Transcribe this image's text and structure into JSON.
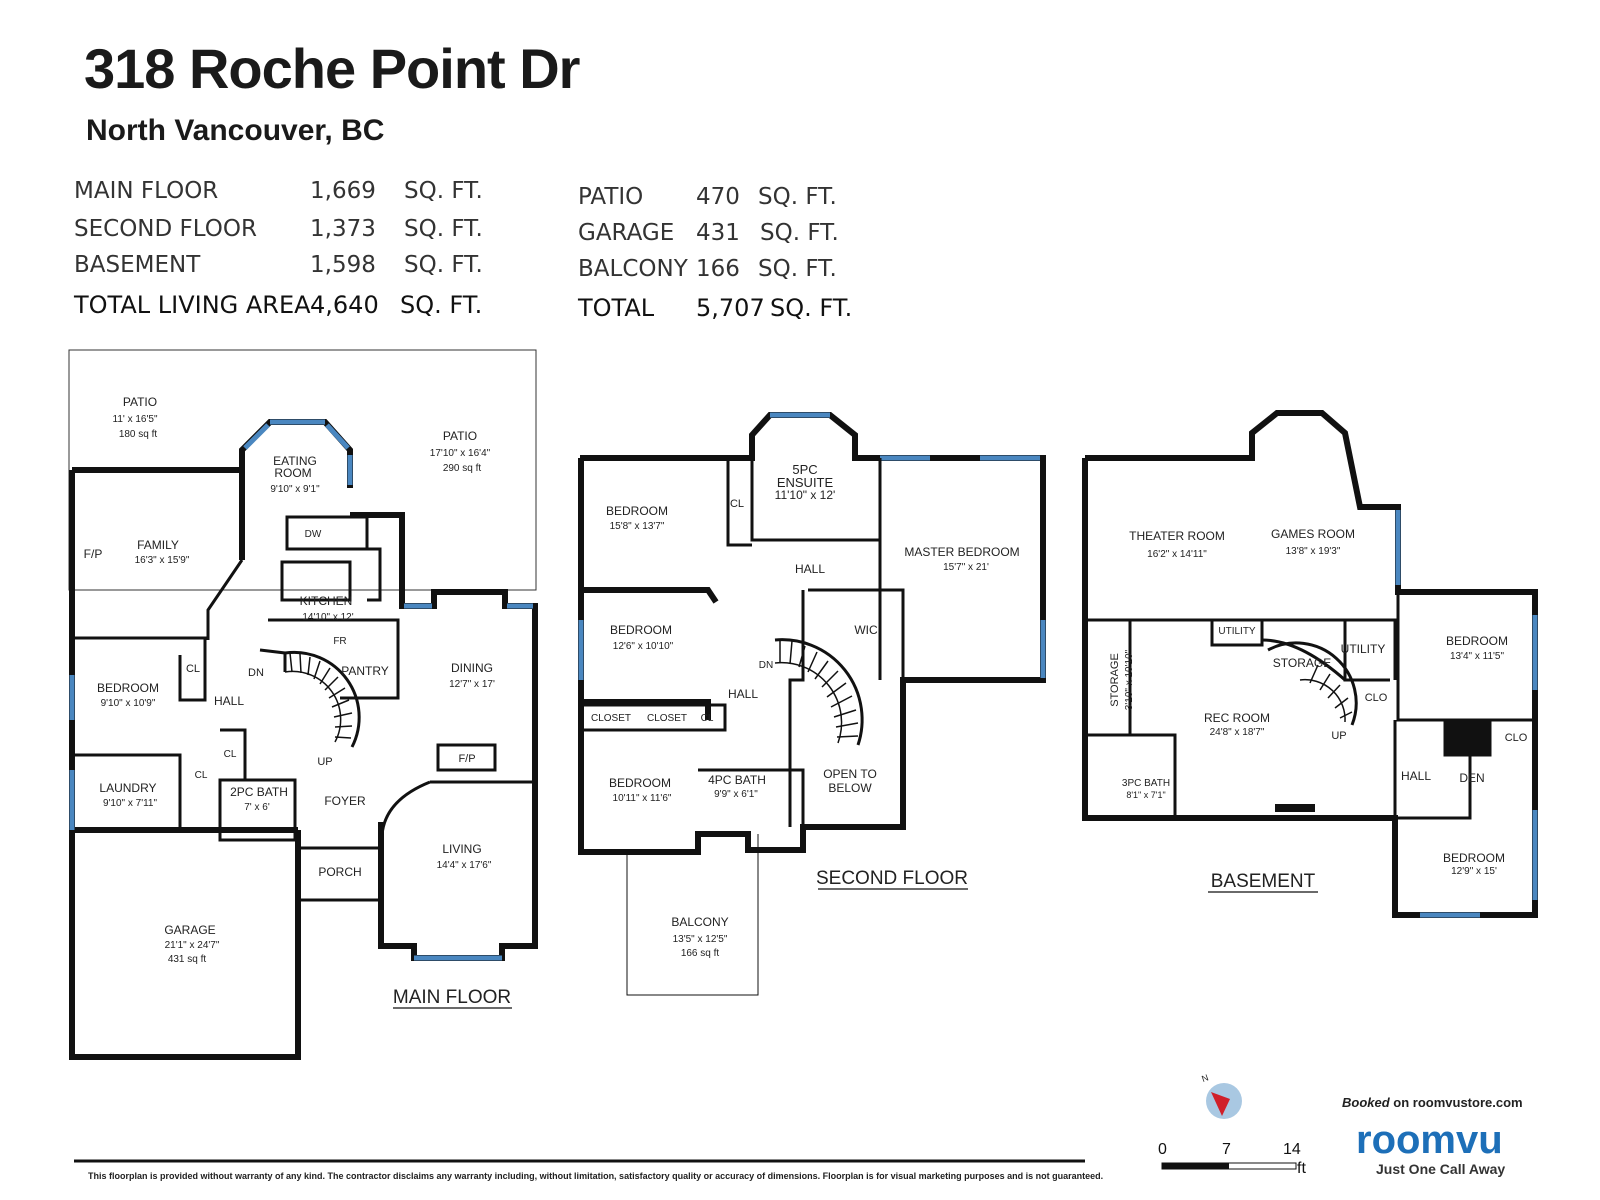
{
  "header": {
    "title": "318 Roche Point Dr",
    "subtitle": "North Vancouver, BC"
  },
  "areas": {
    "left": [
      {
        "label": "MAIN FLOOR",
        "value": "1,669",
        "unit": "SQ.  FT."
      },
      {
        "label": "SECOND FLOOR",
        "value": "1,373",
        "unit": "SQ.  FT."
      },
      {
        "label": "BASEMENT",
        "value": "1,598",
        "unit": "SQ.  FT."
      },
      {
        "label": "TOTAL LIVING AREA",
        "value": "4,640",
        "unit": "SQ.  FT."
      }
    ],
    "right": [
      {
        "label": "PATIO",
        "value": "470",
        "unit": "SQ.  FT."
      },
      {
        "label": "GARAGE",
        "value": "431",
        "unit": "SQ.  FT."
      },
      {
        "label": "BALCONY",
        "value": "166",
        "unit": "SQ.  FT."
      },
      {
        "label": "TOTAL",
        "value": "5,707",
        "unit": "SQ.  FT."
      }
    ]
  },
  "floors": {
    "main": {
      "title": "MAIN FLOOR",
      "rooms": {
        "patio_left": {
          "name": "PATIO",
          "dims": "11' x 16'5\"",
          "area": "180 sq ft"
        },
        "patio_right": {
          "name": "PATIO",
          "dims": "17'10\" x 16'4\"",
          "area": "290 sq ft"
        },
        "eating": {
          "name": "EATING",
          "name2": "ROOM",
          "dims": "9'10\" x 9'1\""
        },
        "family": {
          "name": "FAMILY",
          "dims": "16'3\" x 15'9\""
        },
        "fp_family": "F/P",
        "dw": "DW",
        "kitchen": {
          "name": "KITCHEN",
          "dims": "14'10\" x 12'"
        },
        "fr": "FR",
        "pantry": "PANTRY",
        "dining": {
          "name": "DINING",
          "dims": "12'7\" x 17'"
        },
        "bedroom": {
          "name": "BEDROOM",
          "dims": "9'10\" x 10'9\""
        },
        "cl1": "CL",
        "hall": "HALL",
        "dn": "DN",
        "up": "UP",
        "cl2": "CL",
        "cl3": "CL",
        "laundry": {
          "name": "LAUNDRY",
          "dims": "9'10\" x 7'11\""
        },
        "bath2pc": {
          "name": "2PC BATH",
          "dims": "7' x 6'"
        },
        "foyer": "FOYER",
        "fp_living": "F/P",
        "living": {
          "name": "LIVING",
          "dims": "14'4\" x 17'6\""
        },
        "porch": "PORCH",
        "garage": {
          "name": "GARAGE",
          "dims": "21'1\" x 24'7\"",
          "area": "431 sq ft"
        }
      }
    },
    "second": {
      "title": "SECOND FLOOR",
      "rooms": {
        "ensuite": {
          "name": "5PC",
          "name2": "ENSUITE",
          "dims": "11'10\" x 12'"
        },
        "bedroom1": {
          "name": "BEDROOM",
          "dims": "15'8\" x 13'7\""
        },
        "cl": "CL",
        "hall_top": "HALL",
        "master": {
          "name": "MASTER BEDROOM",
          "dims": "15'7\" x 21'"
        },
        "wic": "WIC",
        "bedroom2": {
          "name": "BEDROOM",
          "dims": "12'6\" x 10'10\""
        },
        "dn": "DN",
        "hall": "HALL",
        "closet1": "CLOSET",
        "closet2": "CLOSET",
        "cl2": "CL",
        "bedroom3": {
          "name": "BEDROOM",
          "dims": "10'11\" x 11'6\""
        },
        "bath4pc": {
          "name": "4PC BATH",
          "dims": "9'9\" x 6'1\""
        },
        "open": {
          "name": "OPEN TO",
          "name2": "BELOW"
        },
        "balcony": {
          "name": "BALCONY",
          "dims": "13'5\" x 12'5\"",
          "area": "166 sq ft"
        }
      }
    },
    "basement": {
      "title": "BASEMENT",
      "rooms": {
        "theater": {
          "name": "THEATER ROOM",
          "dims": "16'2\" x 14'11\""
        },
        "games": {
          "name": "GAMES ROOM",
          "dims": "13'8\" x 19'3\""
        },
        "utility_small": "UTILITY",
        "utility": "UTILITY",
        "storage_v": {
          "name": "STORAGE",
          "dims": "3'10\" x 10'10\""
        },
        "storage": "STORAGE",
        "bedroom1": {
          "name": "BEDROOM",
          "dims": "13'4\" x 11'5\""
        },
        "rec": {
          "name": "REC ROOM",
          "dims": "24'8\" x 18'7\""
        },
        "up": "UP",
        "clo1": "CLO",
        "clo2": "CLO",
        "bath3pc": {
          "name": "3PC BATH",
          "dims": "8'1\" x 7'1\""
        },
        "hall": "HALL",
        "den": "DEN",
        "bedroom2": {
          "name": "BEDROOM",
          "dims": "12'9\" x 15'"
        }
      }
    }
  },
  "compass": {
    "label": "N"
  },
  "scale": {
    "marks": [
      "0",
      "7",
      "14"
    ],
    "unit": "ft"
  },
  "footer": {
    "disclaimer": "This floorplan is provided without warranty of any kind. The contractor disclaims any warranty including, without limitation, satisfactory quality or accuracy of dimensions. Floorplan is for visual marketing purposes and is not guaranteed.",
    "booked_prefix": "Booked",
    "booked_text": " on roomvustore.com",
    "brand": "roomvu",
    "tagline": "Just One Call Away"
  },
  "colors": {
    "wall": "#111111",
    "window": "#4a87c0",
    "brand": "#1d6fb8"
  }
}
